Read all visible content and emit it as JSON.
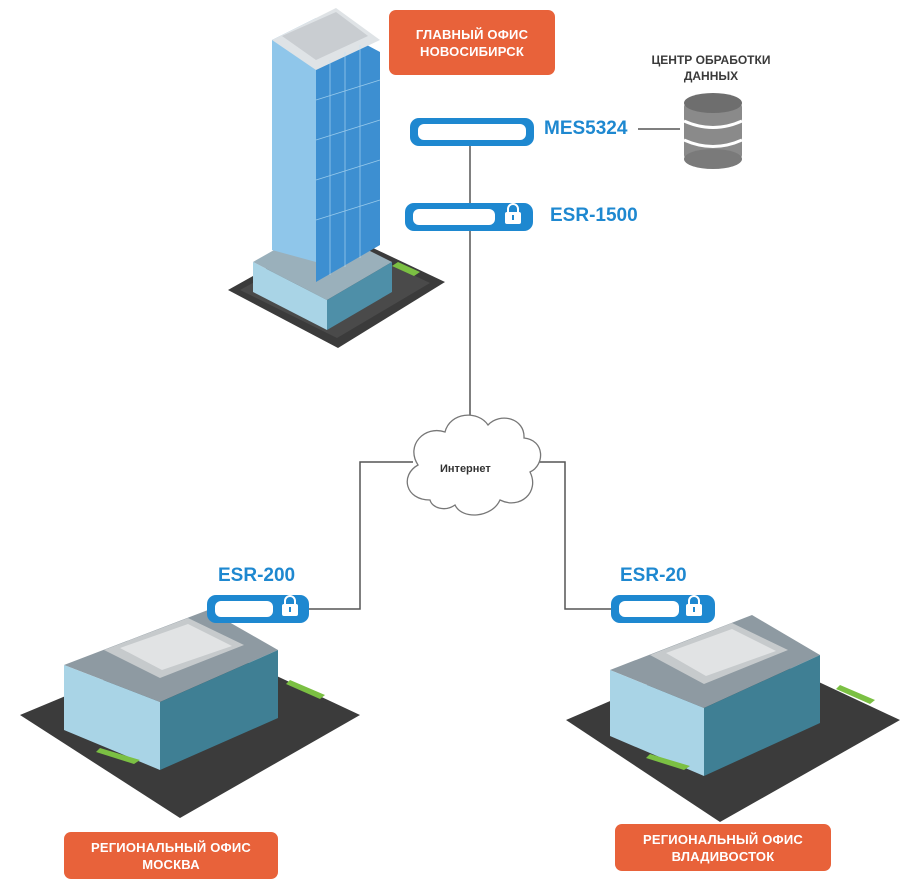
{
  "offices": {
    "main": {
      "line1": "ГЛАВНЫЙ ОФИС",
      "line2": "НОВОСИБИРСК"
    },
    "moscow": {
      "line1": "РЕГИОНАЛЬНЫЙ ОФИС",
      "line2": "МОСКВА"
    },
    "vladivostok": {
      "line1": "РЕГИОНАЛЬНЫЙ ОФИС",
      "line2": "ВЛАДИВОСТОК"
    }
  },
  "datacenter": {
    "line1": "ЦЕНТР ОБРАБОТКИ",
    "line2": "ДАННЫХ"
  },
  "devices": {
    "switch": "MES5324",
    "router_main": "ESR-1500",
    "router_moscow": "ESR-200",
    "router_vladivostok": "ESR-20"
  },
  "internet": "Интернет",
  "colors": {
    "accent": "#1e88d0",
    "label_bg": "#e8623a",
    "line": "#555555"
  }
}
